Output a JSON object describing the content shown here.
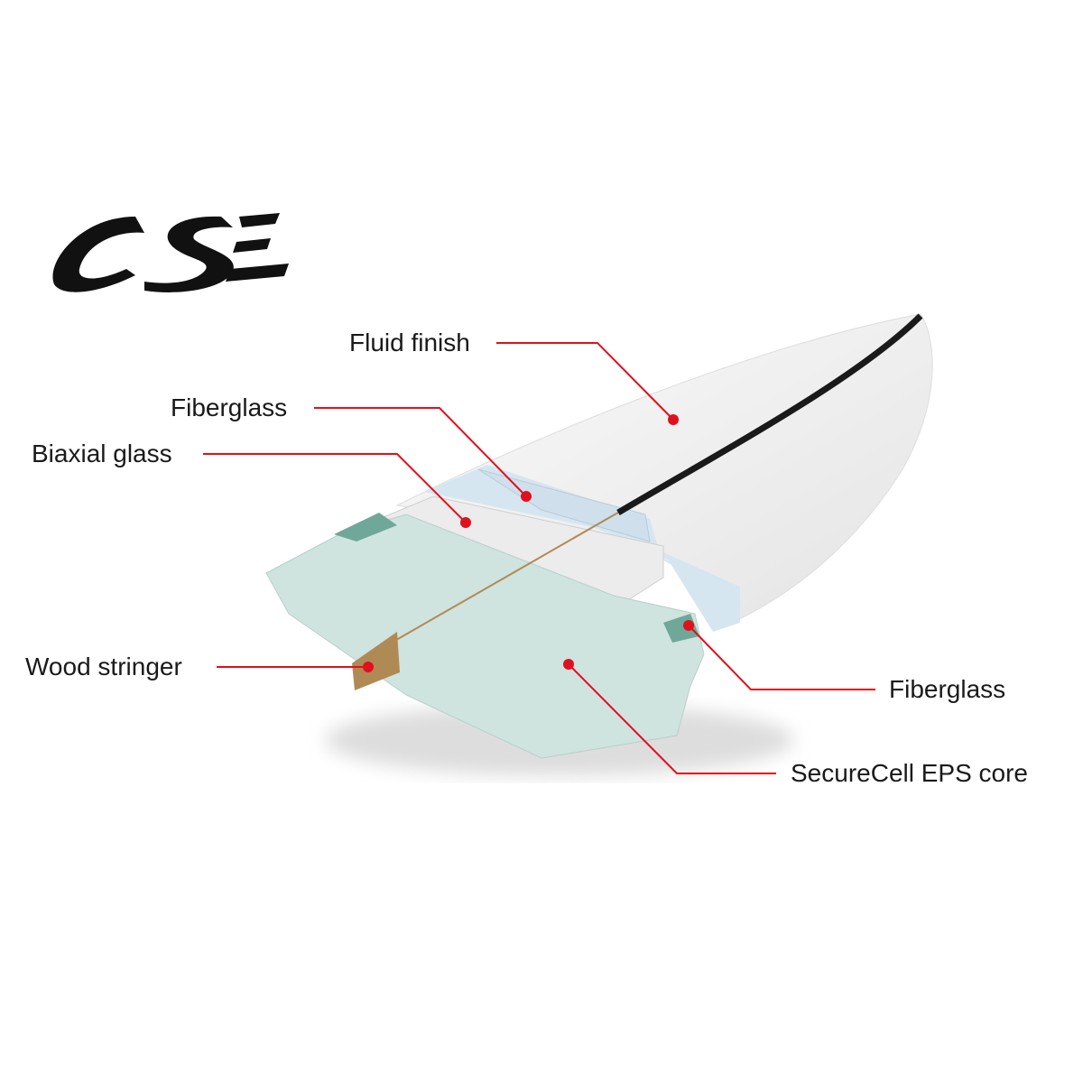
{
  "logo": "CSE",
  "labels": {
    "fluid_finish": "Fluid finish",
    "fiberglass_top": "Fiberglass",
    "biaxial_glass": "Biaxial glass",
    "wood_stringer": "Wood stringer",
    "fiberglass_rail": "Fiberglass",
    "core": "SecureCell EPS core"
  },
  "colors": {
    "leader": "#e0101e",
    "core": "#cfe3df",
    "fiberglass": "#d6e6f0",
    "deck": "#f3f3f3",
    "stringer": "#b08a55"
  }
}
